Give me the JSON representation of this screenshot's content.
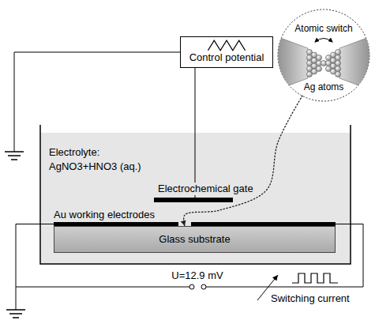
{
  "diagram": {
    "nodes": [
      {
        "text": [
          "Control potential"
        ]
      },
      {
        "text": [
          "Atomic switch",
          "Ag atoms"
        ]
      },
      {
        "text": [
          "Electrolyte:",
          "AgNO3+HNO3 (aq.)"
        ]
      },
      {
        "text": [
          "Glass substrate"
        ],
        "in": 2
      }
    ],
    "edges": [
      {
        "from": 1,
        "to": 3,
        "arrow": "to"
      }
    ],
    "labels": [
      "Electrochemical gate",
      "Au working electrodes",
      "U=12.9 mV",
      "Switching current"
    ]
  }
}
